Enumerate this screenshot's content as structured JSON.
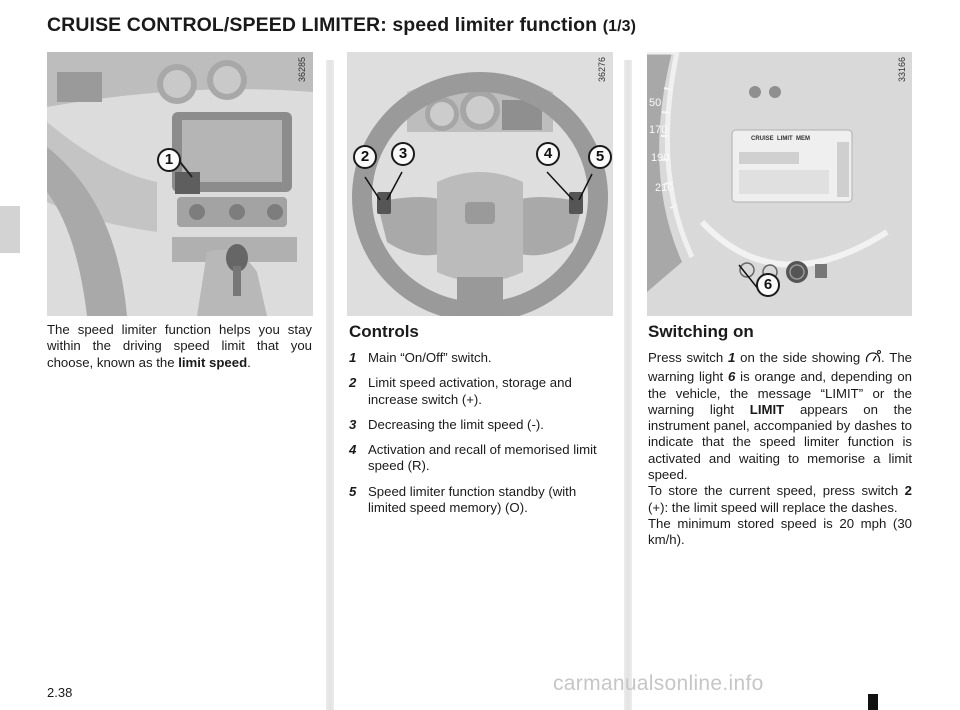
{
  "header": {
    "title": "CRUISE CONTROL/SPEED LIMITER: speed limiter function",
    "part": "(1/3)"
  },
  "figures": [
    {
      "code": "36285",
      "callouts": [
        "1"
      ]
    },
    {
      "code": "36276",
      "callouts": [
        "2",
        "3",
        "4",
        "5"
      ]
    },
    {
      "code": "33166",
      "callouts": [
        "6"
      ],
      "display_text": "CRUISE  LIMIT  MEM",
      "speed_ticks": [
        "50",
        "170",
        "190",
        "210"
      ]
    }
  ],
  "intro": {
    "text": "The speed limiter function helps you stay within the driving speed limit that you choose, known as the ",
    "emphasis": "limit speed",
    "end": "."
  },
  "controls": {
    "heading": "Controls",
    "items": [
      {
        "num": "1",
        "text": "Main “On/Off” switch."
      },
      {
        "num": "2",
        "text": "Limit speed activation, storage and increase switch (+)."
      },
      {
        "num": "3",
        "text": "Decreasing the limit speed (-)."
      },
      {
        "num": "4",
        "text": "Activation and recall of memorised limit speed (R)."
      },
      {
        "num": "5",
        "text": "Speed limiter function standby (with limited speed memory) (O)."
      }
    ]
  },
  "switching_on": {
    "heading": "Switching on",
    "p1_a": "Press switch ",
    "p1_ref": "1",
    "p1_b": " on the side showing ",
    "p1_c": ". The warning light ",
    "p1_ref2": "6",
    "p1_d": " is orange and, depending on the vehicle, the message “LIMIT” or the warning light ",
    "p1_limit": "LIMIT",
    "p1_e": " appears on the instrument panel, accompanied by dashes to indicate that the speed limiter function is activated and waiting to memorise a limit speed.",
    "p2_a": "To store the current speed, press switch ",
    "p2_ref": "2",
    "p2_b": " (+): the limit speed will replace the dashes.",
    "p3": "The minimum stored speed is 20 mph (30 km/h)."
  },
  "footer": {
    "page_number": "2.38",
    "watermark": "carmanualsonline.info"
  }
}
